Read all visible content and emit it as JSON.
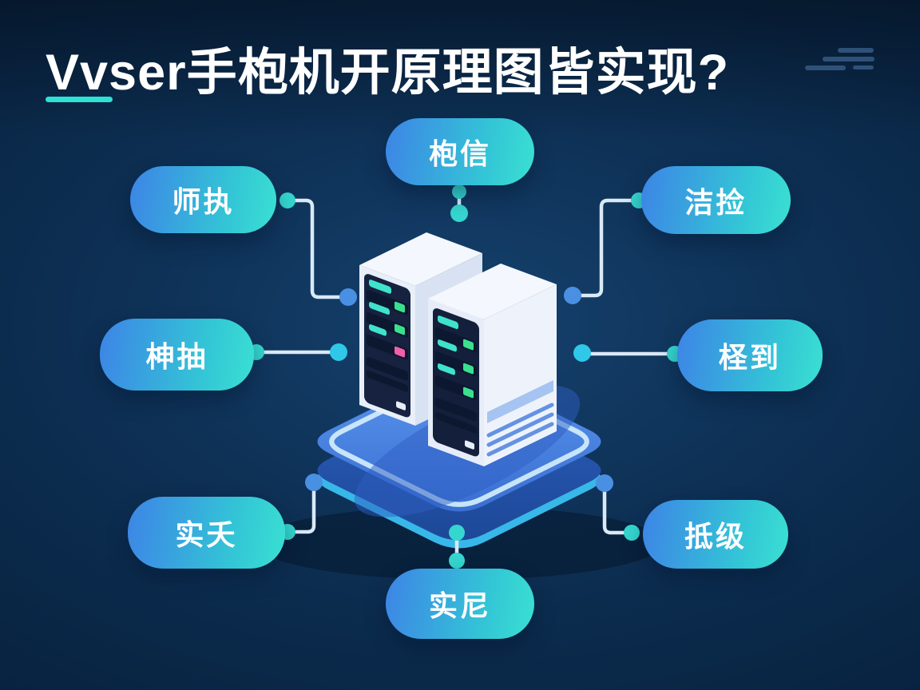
{
  "title": {
    "text": "Vvser手枹机开原理图皆实现?"
  },
  "accent": {
    "underline": "#2fe0d4",
    "pill_gradient_start": "#3d84e6",
    "pill_gradient_end": "#3ae0d2",
    "pill_text": "#ffffff",
    "background_center": "#15416d",
    "background_edge": "#071f3b",
    "decor_dash": "#2e5178"
  },
  "nodes": [
    {
      "position": "top",
      "label": "枹信"
    },
    {
      "position": "top-left",
      "label": "师执"
    },
    {
      "position": "top-right",
      "label": "洁捡"
    },
    {
      "position": "left",
      "label": "柛抽"
    },
    {
      "position": "right",
      "label": "柽到"
    },
    {
      "position": "bottom-left",
      "label": "实夭"
    },
    {
      "position": "bottom",
      "label": "实尼"
    },
    {
      "position": "bottom-right",
      "label": "抵级"
    }
  ],
  "connectors": {
    "line_color": "#d9e9f7",
    "dot_teal": "#35d6cf",
    "dot_cyan": "#2fc8e8",
    "dot_blue": "#4a90e2"
  },
  "illustration": {
    "name": "isometric-dual-server-towers-on-platform",
    "platform_top": "#4f8ce8",
    "platform_side": "#2456b2",
    "platform_rim_glow": "#38b8e8",
    "platform_inner_stroke": "#cfeafa",
    "server_body": "#e9eff9",
    "server_panel": "#15213d",
    "led_teal": "#3fe3cb",
    "led_green": "#3ae08d",
    "led_pink": "#f25fa8",
    "vent_blue": "#6592e2"
  }
}
